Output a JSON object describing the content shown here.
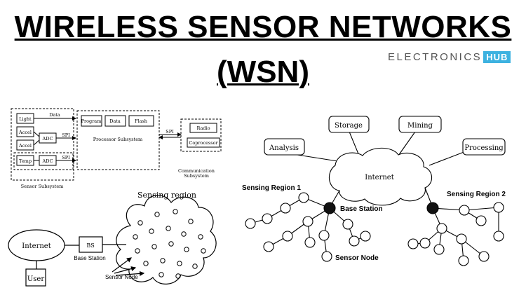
{
  "title": {
    "line1": "WIRELESS SENSOR NETWORKS",
    "line2": "(WSN)"
  },
  "brand": {
    "text": "ELECTRONICS",
    "badge": "HUB"
  },
  "node_architecture": {
    "sensor_subsystem": {
      "label": "Sensor Subsystem",
      "sensors": [
        "Light",
        "Accel",
        "Accel",
        "Temp"
      ],
      "adc": "ADC"
    },
    "link_labels": {
      "data": "Data",
      "spi1": "SPI",
      "spi2": "SPI",
      "spi3": "SPI"
    },
    "processor_subsystem": {
      "label": "Processor Subsystem",
      "blocks": [
        "Program",
        "Data",
        "Flash"
      ]
    },
    "communication_subsystem": {
      "label_line1": "Communication",
      "label_line2": "Subsystem",
      "blocks": [
        "Radio",
        "Coprocessor"
      ]
    }
  },
  "sensing_region_diagram": {
    "region_label": "Sensing region",
    "internet": "Internet",
    "base_station_box": "BS",
    "base_station_label": "Base Station",
    "user": "User",
    "sensor_node_label": "Sensor Node"
  },
  "network_diagram": {
    "services": [
      "Analysis",
      "Storage",
      "Mining",
      "Processing"
    ],
    "cloud": "Internet",
    "region1": "Sensing Region 1",
    "region2": "Sensing Region 2",
    "base_station": "Base Station",
    "sensor_node": "Sensor Node"
  }
}
